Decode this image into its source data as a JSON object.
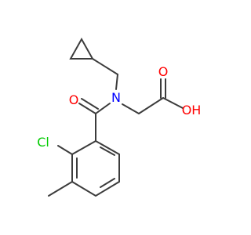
{
  "structure": {
    "atoms": {
      "nitrogen": "N",
      "carbonyl_oxygen": "O",
      "acid_oxygen": "O",
      "hydroxyl": "OH",
      "chlorine": "Cl"
    },
    "colors": {
      "bond": "#3c3c3c",
      "nitrogen": "#0000ff",
      "oxygen": "#ff0000",
      "chlorine": "#00cc00",
      "background": "#ffffff"
    }
  }
}
